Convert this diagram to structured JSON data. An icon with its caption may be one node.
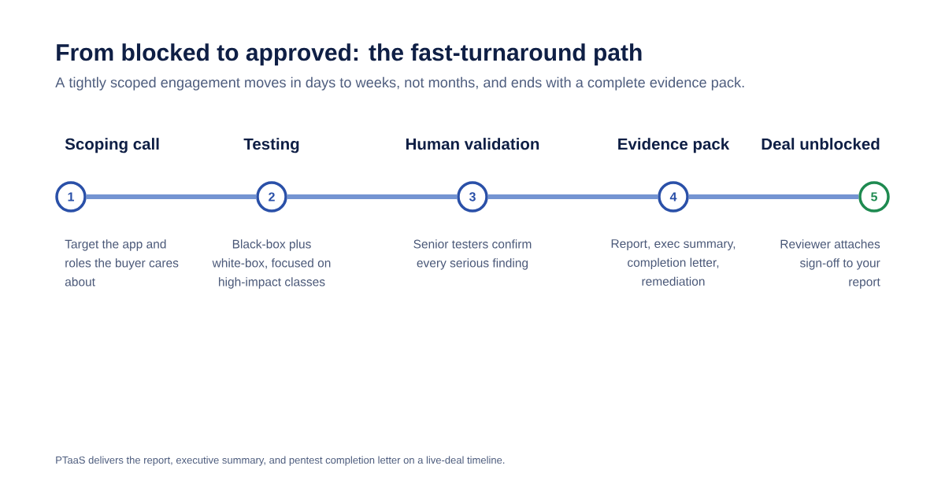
{
  "diagram": {
    "title": "From blocked to approved: the fast-turnaround path",
    "nodes": [
      {
        "text": [
          "1"
        ],
        "beside": [
          "Scoping call",
          "Target the app and roles the buyer cares about"
        ]
      },
      {
        "text": [
          "2"
        ],
        "beside": [
          "Testing",
          "Black-box plus white-box, focused on high-impact classes"
        ]
      },
      {
        "text": [
          "3"
        ],
        "beside": [
          "Human validation",
          "Senior testers confirm every serious finding"
        ]
      },
      {
        "text": [
          "4"
        ],
        "beside": [
          "Evidence pack",
          "Report, exec summary, completion letter, remediation"
        ]
      },
      {
        "text": [
          "5"
        ],
        "beside": [
          "Deal unblocked",
          "Reviewer attaches sign-off to your report"
        ]
      }
    ],
    "edges": [
      {
        "from": 0,
        "to": 1,
        "arrow": "none"
      },
      {
        "from": 1,
        "to": 2,
        "arrow": "none"
      },
      {
        "from": 2,
        "to": 3,
        "arrow": "none"
      },
      {
        "from": 3,
        "to": 4,
        "arrow": "none"
      }
    ],
    "labels": [
      "A tightly scoped engagement moves in days to weeks, not months, and ends with a complete evidence pack.",
      "PTaaS delivers the report, executive summary, and pentest completion letter on a live-deal timeline."
    ]
  }
}
